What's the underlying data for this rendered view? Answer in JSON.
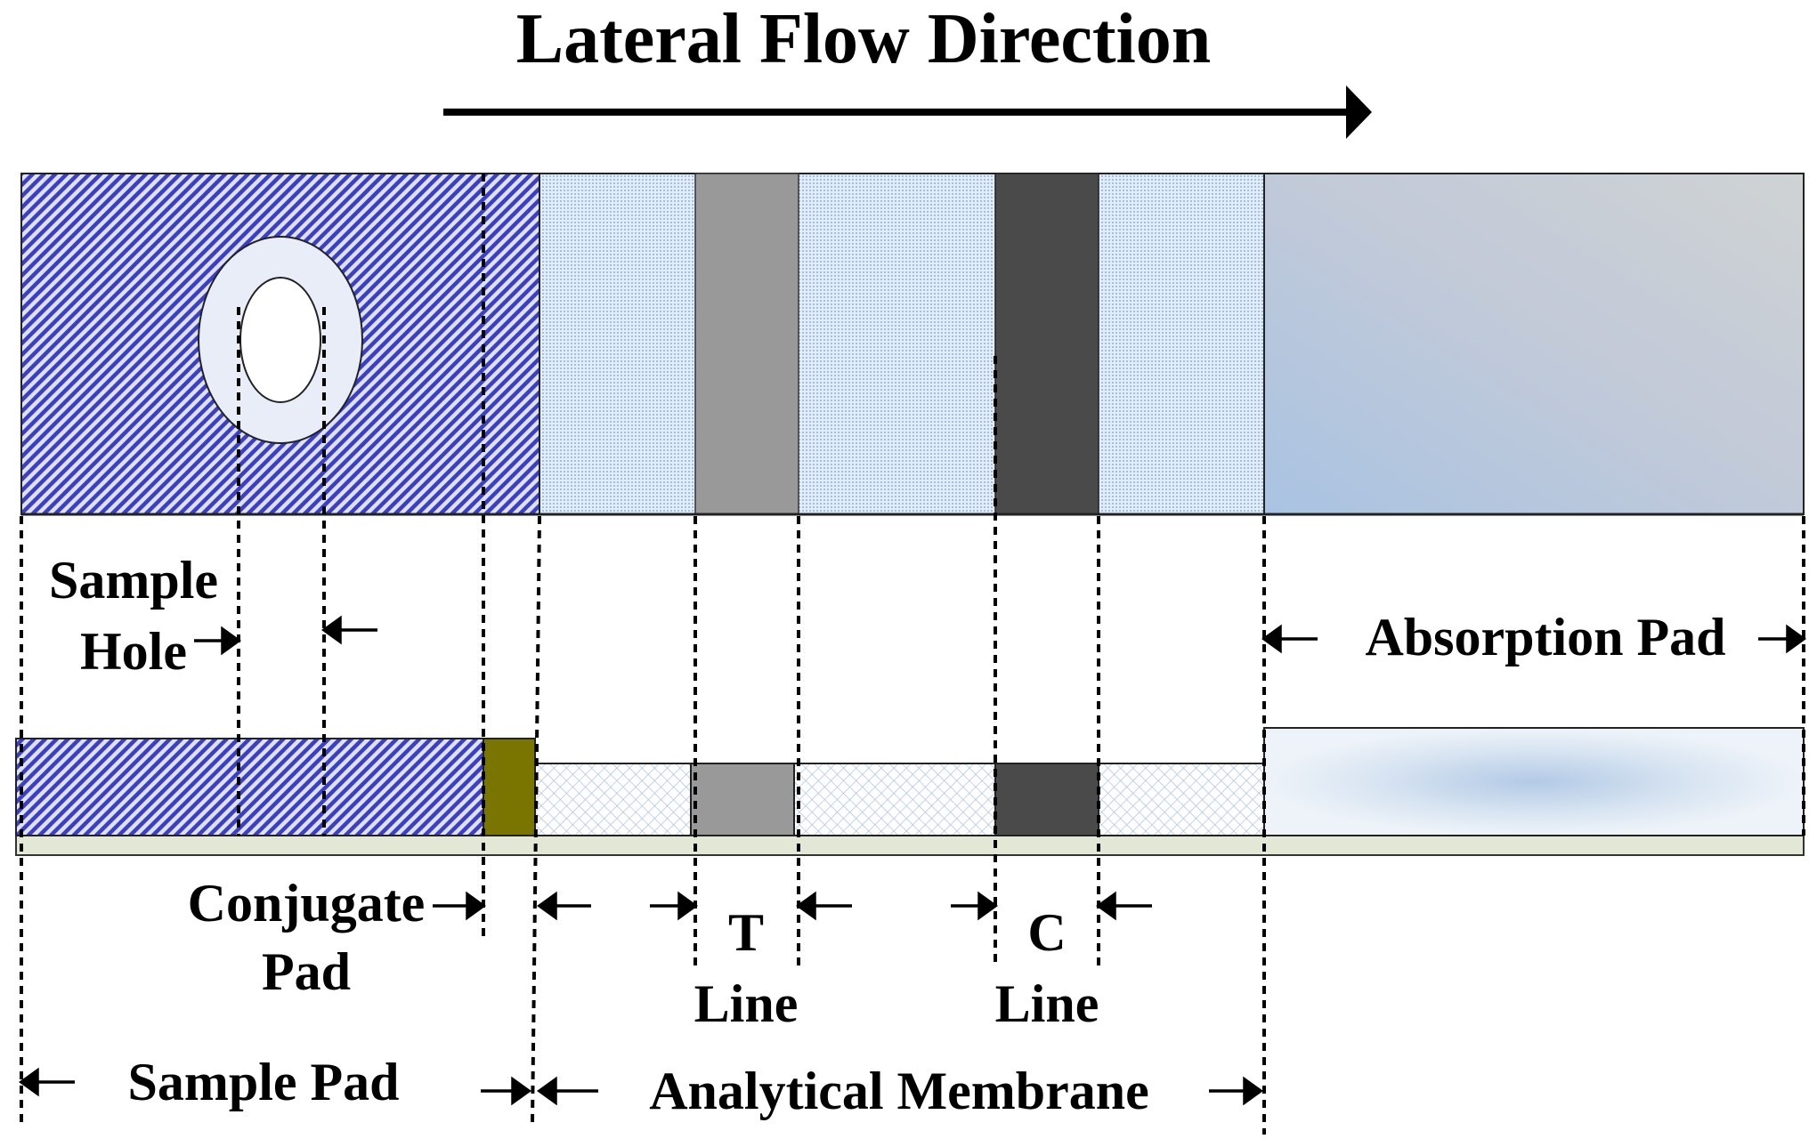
{
  "title": "Lateral Flow Direction",
  "labels": {
    "sample_hole_1": "Sample",
    "sample_hole_2": "Hole",
    "absorption_pad": "Absorption Pad",
    "conjugate_pad_1": "Conjugate",
    "conjugate_pad_2": "Pad",
    "t_line_1": "T",
    "t_line_2": "Line",
    "c_line_1": "C",
    "c_line_2": "Line",
    "sample_pad": "Sample Pad",
    "analytical_membrane": "Analytical Membrane"
  },
  "colors": {
    "sample_pad_hatch": "#3a3fc4",
    "sample_pad_bg": "#e6e8fb",
    "membrane_dots": "#9db9dc",
    "membrane_bg": "#dce8f5",
    "t_line": "#999999",
    "c_line": "#4a4a4a",
    "conjugate_pad": "#7a7400",
    "absorption_pad_top": "#c8ccd2",
    "absorption_pad_side": "#e9eff7",
    "absorption_glow": "#a9c3e2",
    "backing": "#e3e8d6",
    "sample_hole_ring": "#e8edf8"
  }
}
